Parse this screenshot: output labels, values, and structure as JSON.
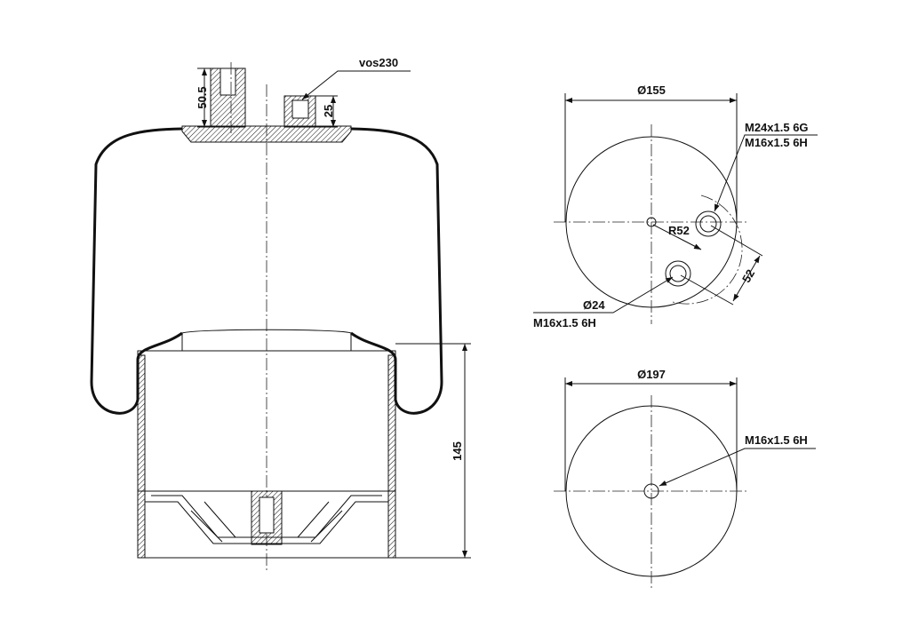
{
  "side_view": {
    "labels": {
      "valve": "vos230",
      "stud_height": "50.5",
      "nut_height": "25",
      "piston_height": "145"
    }
  },
  "top_view": {
    "labels": {
      "diameter": "Ø155",
      "thread_1": "M24x1.5 6G",
      "thread_2": "M16x1.5 6H",
      "radius": "R52",
      "spacing": "52",
      "hole_diameter": "Ø24",
      "hole_thread": "M16x1.5 6H"
    }
  },
  "bottom_view": {
    "labels": {
      "diameter": "Ø197",
      "thread": "M16x1.5 6H"
    }
  }
}
